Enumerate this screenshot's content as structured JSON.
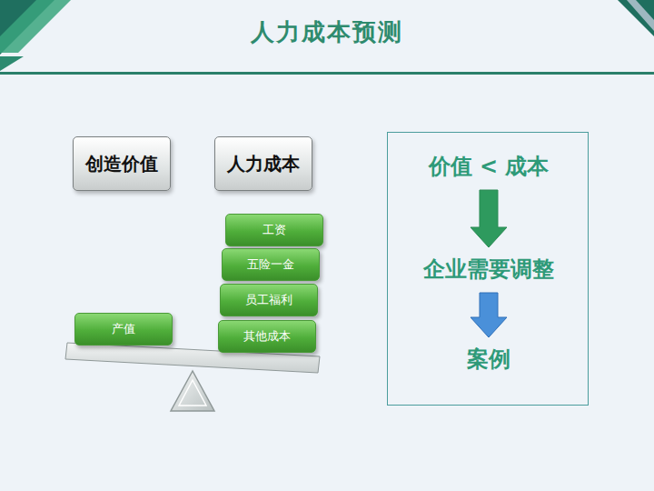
{
  "diagram": {
    "title": "人力成本预测",
    "nodes": [
      {
        "text": [
          "创造价值"
        ]
      },
      {
        "text": [
          "人力成本"
        ]
      },
      {
        "text": [
          "工资"
        ]
      },
      {
        "text": [
          "五险一金"
        ]
      },
      {
        "text": [
          "员工福利"
        ]
      },
      {
        "text": [
          "产值"
        ]
      },
      {
        "text": [
          "其他成本"
        ]
      },
      {
        "text": []
      },
      {
        "text": [
          "价值 < 成本"
        ],
        "in": 7
      },
      {
        "text": [
          "企业需要调整"
        ],
        "in": 7
      },
      {
        "text": [
          "案例"
        ],
        "in": 7
      }
    ],
    "edges": [
      {
        "from": 8,
        "to": 9,
        "arrow": "to"
      },
      {
        "from": 9,
        "to": 10,
        "arrow": "to"
      }
    ]
  }
}
